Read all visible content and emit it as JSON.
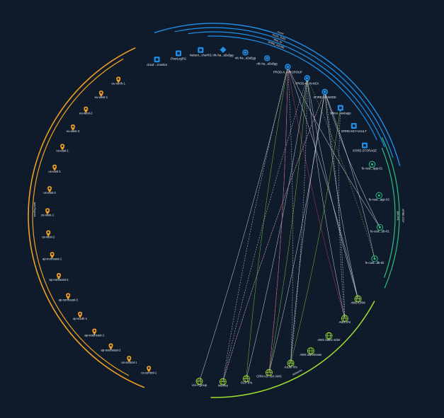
{
  "colors": {
    "background": "#0f1b2b",
    "aws": "#f0a022",
    "azure": "#1f8fe8",
    "gcp": "#2bc07e",
    "network": "#9ee02e",
    "edge_white": "#d9dee6",
    "edge_red": "#c0405a",
    "edge_green": "#7ac943"
  },
  "groups": {
    "aws_label": "aws-Regions",
    "azure_labels": [
      "Azure",
      "Azure_Sub1",
      "Xfire_rg",
      "XFIRE_AZURE"
    ],
    "gcp_labels": [
      "XFIRE-GCP",
      "gcp-proj"
    ],
    "networks_label": "Networks"
  },
  "nodes": {
    "aws_regions": [
      {
        "label": "ca-central-1",
        "icon": "location-pin-icon"
      },
      {
        "label": "us-central-1",
        "icon": "location-pin-icon"
      },
      {
        "label": "ap-southeast-2",
        "icon": "location-pin-icon"
      },
      {
        "label": "ap-southeast-1",
        "icon": "location-pin-icon"
      },
      {
        "label": "ap-south-1",
        "icon": "location-pin-icon"
      },
      {
        "label": "ap-northeast-3",
        "icon": "location-pin-icon"
      },
      {
        "label": "ap-northeast-2",
        "icon": "location-pin-icon"
      },
      {
        "label": "ap-northeast-1",
        "icon": "location-pin-icon"
      },
      {
        "label": "us-west-2",
        "icon": "location-pin-icon"
      },
      {
        "label": "us-west-1",
        "icon": "location-pin-icon"
      },
      {
        "label": "us-east-2",
        "icon": "location-pin-icon"
      },
      {
        "label": "us-east-1",
        "icon": "location-pin-icon"
      },
      {
        "label": "ca-east-1",
        "icon": "location-pin-icon"
      },
      {
        "label": "eu-west-3",
        "icon": "location-pin-icon"
      },
      {
        "label": "eu-west-2",
        "icon": "location-pin-icon"
      },
      {
        "label": "eu-west-1",
        "icon": "location-pin-icon"
      },
      {
        "label": "eu-north-1",
        "icon": "location-pin-icon"
      }
    ],
    "azure": [
      {
        "label": "cloud-...monitor",
        "icon": "azure-resource-icon"
      },
      {
        "label": "FlowLogRG",
        "icon": "azure-resource-icon"
      },
      {
        "label": "Networ...cherRG",
        "icon": "azure-resource-icon"
      },
      {
        "label": "nfc-ha...a5a5gg",
        "icon": "azure-vnet-icon"
      },
      {
        "label": "nfc-ha...a5a5gg",
        "icon": "azure-network-icon"
      },
      {
        "label": "nfc-ha...a5a5gg",
        "icon": "azure-network-icon"
      },
      {
        "label": "PROD-A...UPGROUP",
        "icon": "azure-network-icon"
      },
      {
        "label": "PROD-A...N-NSX",
        "icon": "azure-network-icon"
      },
      {
        "label": "XFIRE-AZ-NODE",
        "icon": "azure-network-icon"
      },
      {
        "label": "XfireA...webapp",
        "icon": "azure-resource-icon"
      },
      {
        "label": "XFIRE-KEY-VAULT",
        "icon": "azure-resource-icon"
      },
      {
        "label": "XFIRE-STORAGE",
        "icon": "azure-resource-icon"
      }
    ],
    "gcp": [
      {
        "label": "fe-cust...app-01",
        "icon": "gcp-instance-icon"
      },
      {
        "label": "fe-cust...app-02",
        "icon": "gcp-instance-icon"
      },
      {
        "label": "fe-cust...db-01",
        "icon": "gcp-instance-icon"
      },
      {
        "label": "fe-cust...db-02",
        "icon": "gcp-instance-icon"
      }
    ],
    "networks": [
      {
        "label": "AWS CRM",
        "icon": "globe-icon"
      },
      {
        "label": "AWS IPs",
        "icon": "globe-icon"
      },
      {
        "label": "AWS Sales order",
        "icon": "globe-icon"
      },
      {
        "label": "AWS warehouse",
        "icon": "globe-icon"
      },
      {
        "label": "Azure IPs",
        "icon": "globe-icon"
      },
      {
        "label": "CRM AS...ect AWS",
        "icon": "globe-icon"
      },
      {
        "label": "GCP IPs",
        "icon": "globe-icon"
      },
      {
        "label": "Internet",
        "icon": "globe-icon"
      },
      {
        "label": "vco-r-group",
        "icon": "globe-icon"
      }
    ]
  }
}
